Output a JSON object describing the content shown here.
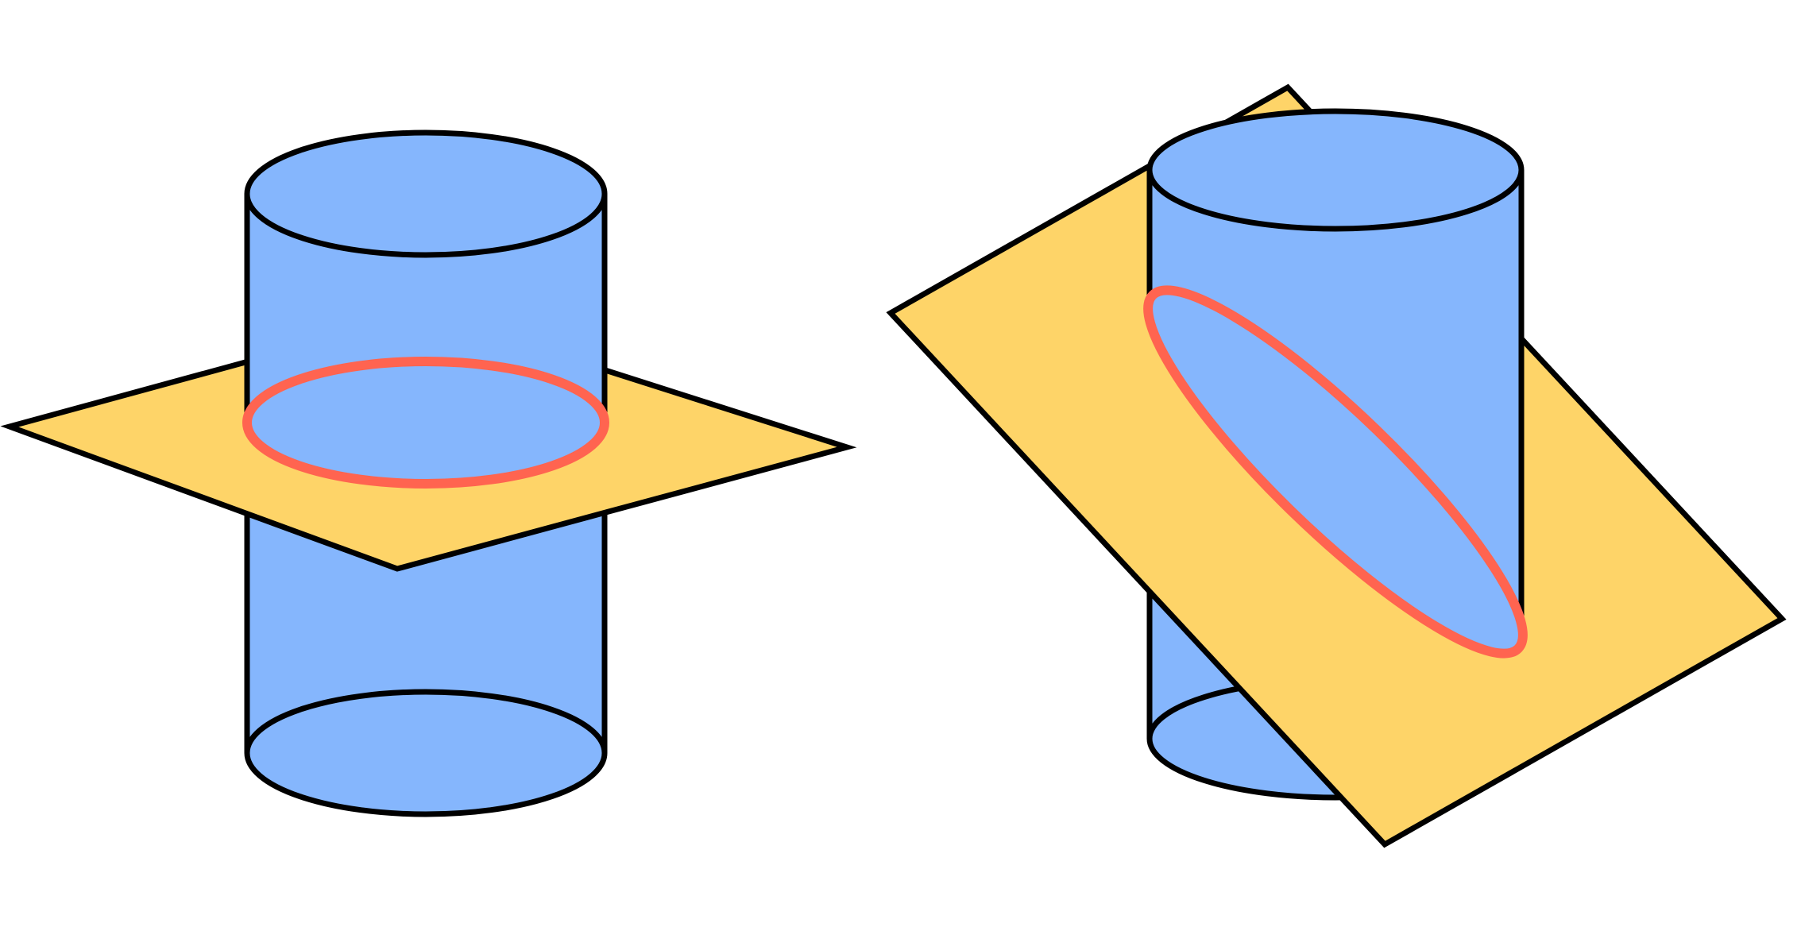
{
  "colors": {
    "background": "#ffffff",
    "cylinder": "#85b6fd",
    "plane": "#fed468",
    "section": "#ff6450",
    "outline": "#000000"
  },
  "figures": [
    {
      "id": "horizontal-cut",
      "section_shape": "circle",
      "plane": "horizontal"
    },
    {
      "id": "oblique-cut",
      "section_shape": "ellipse",
      "plane": "tilted"
    }
  ]
}
